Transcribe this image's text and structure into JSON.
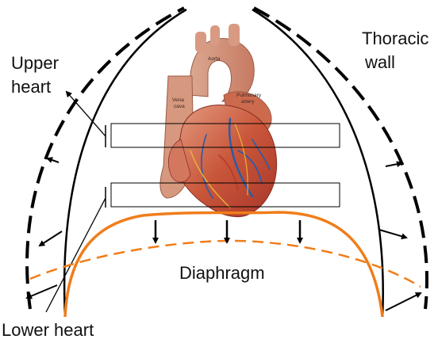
{
  "labels": {
    "upper_heart": [
      "Upper",
      "heart"
    ],
    "thoracic_wall": [
      "Thoracic",
      "wall"
    ],
    "diaphragm": "Diaphragm",
    "lower_heart": "Lower heart"
  },
  "heart_labels": {
    "aorta": "Aorta",
    "vena_cava": [
      "Vena",
      "cava"
    ],
    "pulmonary_artery": [
      "Pulmonary",
      "artery"
    ]
  },
  "colors": {
    "outline": "#000000",
    "diaphragm": "#f07d1a",
    "heart_red": "#c8472e",
    "heart_pink": "#e8a48c",
    "coronary_blue": "#2a5ca8",
    "text": "#111111"
  },
  "icons": {
    "diaphragm_arrows": "arrow-down",
    "wall_arrows": "arrow-outward"
  }
}
